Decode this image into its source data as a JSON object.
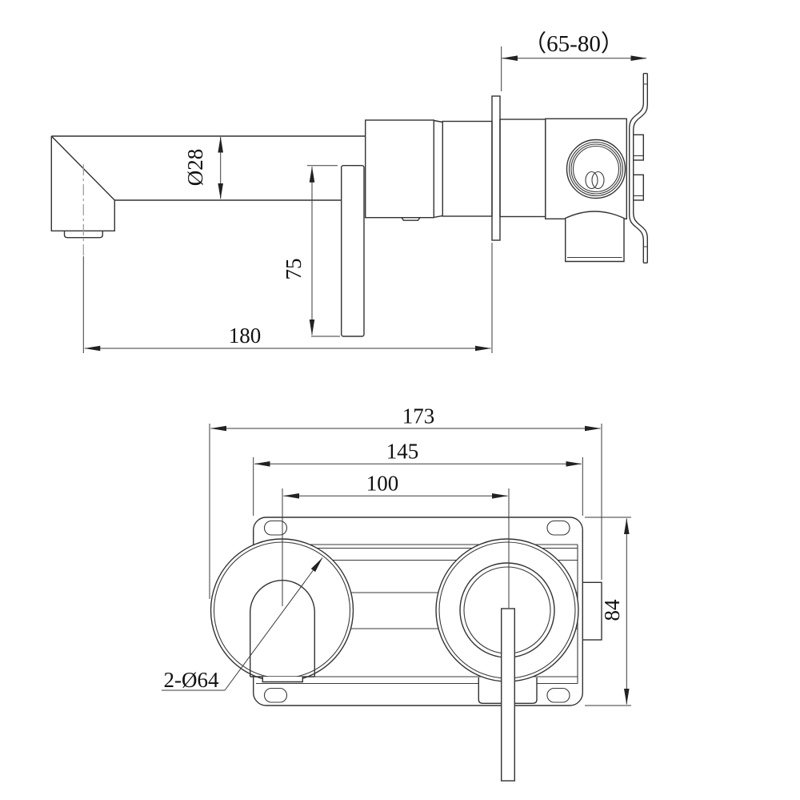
{
  "drawing": {
    "type": "technical-dimension-drawing",
    "subject": "wall-mounted basin mixer faucet, two views",
    "line_color": "#333333",
    "centerline_color": "#999999",
    "background": "#ffffff",
    "side_view": {
      "dimensions": {
        "depth_range": "（65-80）",
        "spout_diameter": "Ø28",
        "lever_height": "75",
        "spout_reach": "180"
      }
    },
    "front_view": {
      "dimensions": {
        "overall_width": "173",
        "plate_width": "145",
        "hole_centers": "100",
        "plate_height": "84",
        "escutcheon_holes": "2-Ø64"
      }
    }
  }
}
